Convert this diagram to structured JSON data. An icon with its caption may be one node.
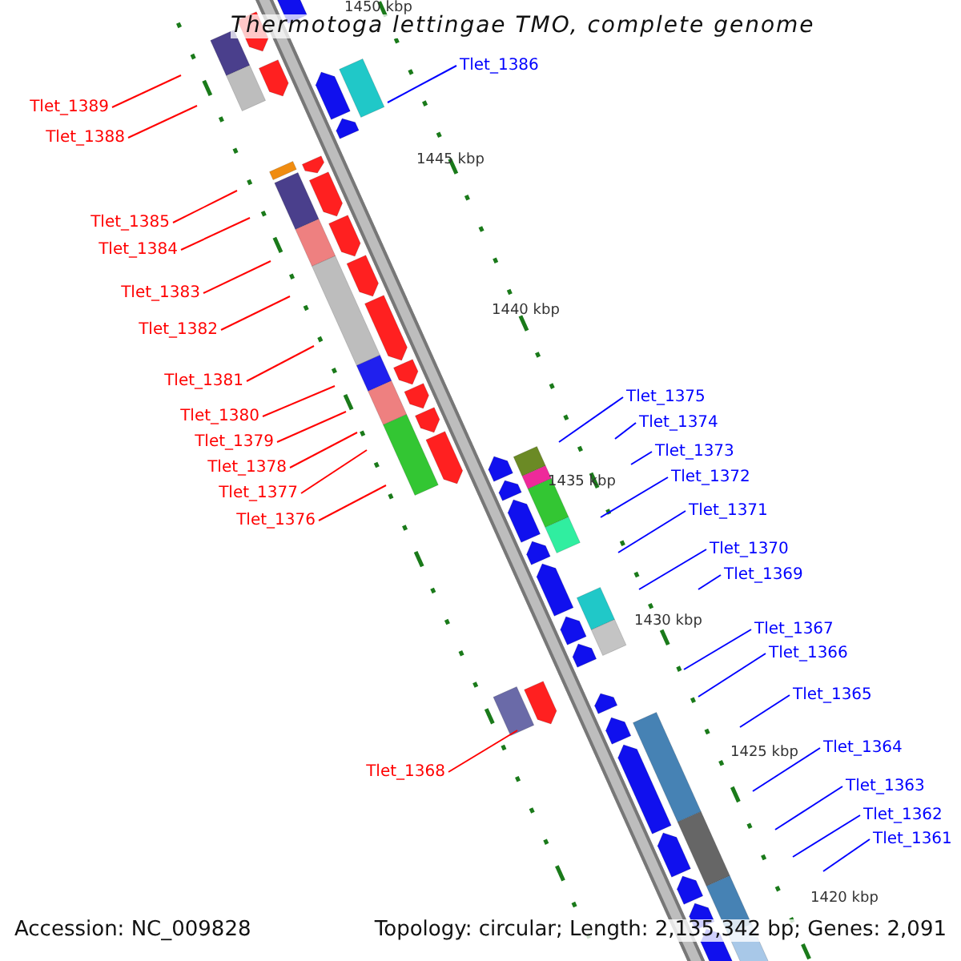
{
  "diagram": {
    "title": "Thermotoga lettingae TMO, complete genome",
    "nodes": [
      {
        "text": [
          "Tlet_1386"
        ]
      },
      {
        "text": [
          "Tlet_1389"
        ]
      },
      {
        "text": [
          "Tlet_1388"
        ]
      },
      {
        "text": [
          "Tlet_1385"
        ]
      },
      {
        "text": [
          "Tlet_1384"
        ]
      },
      {
        "text": [
          "Tlet_1383"
        ]
      },
      {
        "text": [
          "Tlet_1382"
        ]
      },
      {
        "text": [
          "Tlet_1381"
        ]
      },
      {
        "text": [
          "Tlet_1375"
        ]
      },
      {
        "text": [
          "Tlet_1380"
        ]
      },
      {
        "text": [
          "Tlet_1374"
        ]
      },
      {
        "text": [
          "Tlet_1379"
        ]
      },
      {
        "text": [
          "Tlet_1373"
        ]
      },
      {
        "text": [
          "Tlet_1378"
        ]
      },
      {
        "text": [
          "Tlet_1372"
        ]
      },
      {
        "text": [
          "Tlet_1377"
        ]
      },
      {
        "text": [
          "Tlet_1371"
        ]
      },
      {
        "text": [
          "Tlet_1376"
        ]
      },
      {
        "text": [
          "Tlet_1370"
        ]
      },
      {
        "text": [
          "Tlet_1369"
        ]
      },
      {
        "text": [
          "Tlet_1367"
        ]
      },
      {
        "text": [
          "Tlet_1366"
        ]
      },
      {
        "text": [
          "Tlet_1365"
        ]
      },
      {
        "text": [
          "Tlet_1364"
        ]
      },
      {
        "text": [
          "Tlet_1368"
        ]
      },
      {
        "text": [
          "Tlet_1363"
        ]
      },
      {
        "text": [
          "Tlet_1362"
        ]
      },
      {
        "text": [
          "Tlet_1361"
        ]
      }
    ],
    "edges": [
      {
        "from": 0,
        "to": null,
        "arrow": "none"
      },
      {
        "from": 1,
        "to": null,
        "arrow": "none",
        "color": "#ff0000"
      },
      {
        "from": 2,
        "to": null,
        "arrow": "none",
        "color": "#ff0000"
      },
      {
        "from": 3,
        "to": null,
        "arrow": "none",
        "color": "#ff0000"
      },
      {
        "from": 4,
        "to": null,
        "arrow": "none",
        "color": "#ff0000"
      },
      {
        "from": 5,
        "to": null,
        "arrow": "none",
        "color": "#ff0000"
      },
      {
        "from": 6,
        "to": null,
        "arrow": "none",
        "color": "#ff0000"
      },
      {
        "from": 7,
        "to": null,
        "arrow": "none",
        "color": "#ff0000"
      },
      {
        "from": 8,
        "to": null,
        "arrow": "none"
      },
      {
        "from": 9,
        "to": null,
        "arrow": "none",
        "color": "#ff0000"
      },
      {
        "from": 10,
        "to": null,
        "arrow": "none"
      },
      {
        "from": 11,
        "to": null,
        "arrow": "none",
        "color": "#ff0000"
      },
      {
        "from": 12,
        "to": null,
        "arrow": "none"
      },
      {
        "from": 13,
        "to": null,
        "arrow": "none",
        "color": "#ff0000"
      },
      {
        "from": 14,
        "to": null,
        "arrow": "none"
      },
      {
        "from": 15,
        "to": null,
        "arrow": "none",
        "color": "#ff0000"
      },
      {
        "from": 16,
        "to": null,
        "arrow": "none"
      },
      {
        "from": 17,
        "to": null,
        "arrow": "none",
        "color": "#ff0000"
      },
      {
        "from": 18,
        "to": null,
        "arrow": "none"
      },
      {
        "from": 19,
        "to": null,
        "arrow": "none"
      },
      {
        "from": 20,
        "to": null,
        "arrow": "none"
      },
      {
        "from": 21,
        "to": null,
        "arrow": "none"
      },
      {
        "from": 22,
        "to": null,
        "arrow": "none"
      },
      {
        "from": 23,
        "to": null,
        "arrow": "none"
      },
      {
        "from": 24,
        "to": null,
        "arrow": "none",
        "color": "#ff0000"
      },
      {
        "from": 25,
        "to": null,
        "arrow": "none"
      },
      {
        "from": 26,
        "to": null,
        "arrow": "none"
      },
      {
        "from": 27,
        "to": null,
        "arrow": "none"
      }
    ],
    "labels": [
      "1450 kbp",
      "1445 kbp",
      "1440 kbp",
      "1435 kbp",
      "1430 kbp",
      "1425 kbp",
      "1420 kbp",
      "Accession: NC_009828",
      "Topology: circular; Length: 2,135,342 bp; Genes: 2,091"
    ]
  }
}
